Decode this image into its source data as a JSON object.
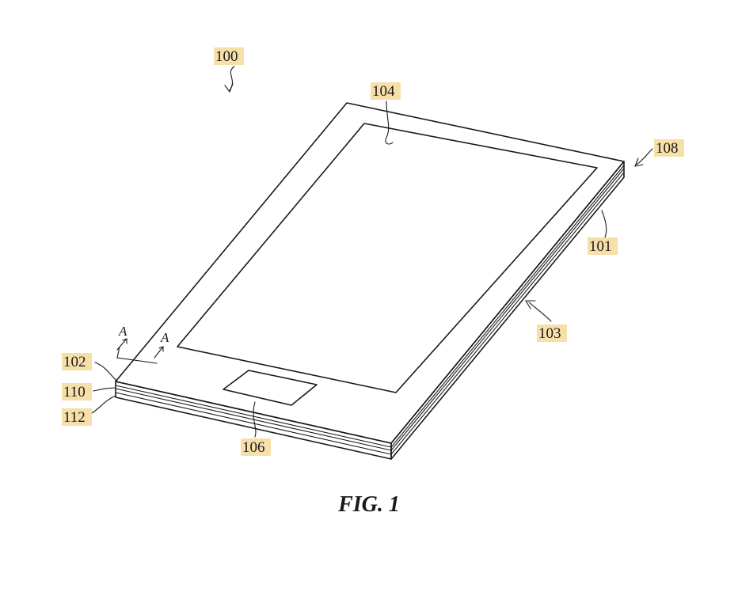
{
  "figure": {
    "caption": "FIG. 1",
    "reference_numerals": {
      "device": "100",
      "housing_side": "101",
      "top_layer": "102",
      "arrow_side": "103",
      "display": "104",
      "button": "106",
      "edge_arrow": "108",
      "middle_layer": "110",
      "bottom_layer": "112"
    },
    "section_marks": {
      "left": "A",
      "right": "A"
    },
    "highlight_color": "#f6dfa8",
    "line_color": "#1a1a1a"
  }
}
